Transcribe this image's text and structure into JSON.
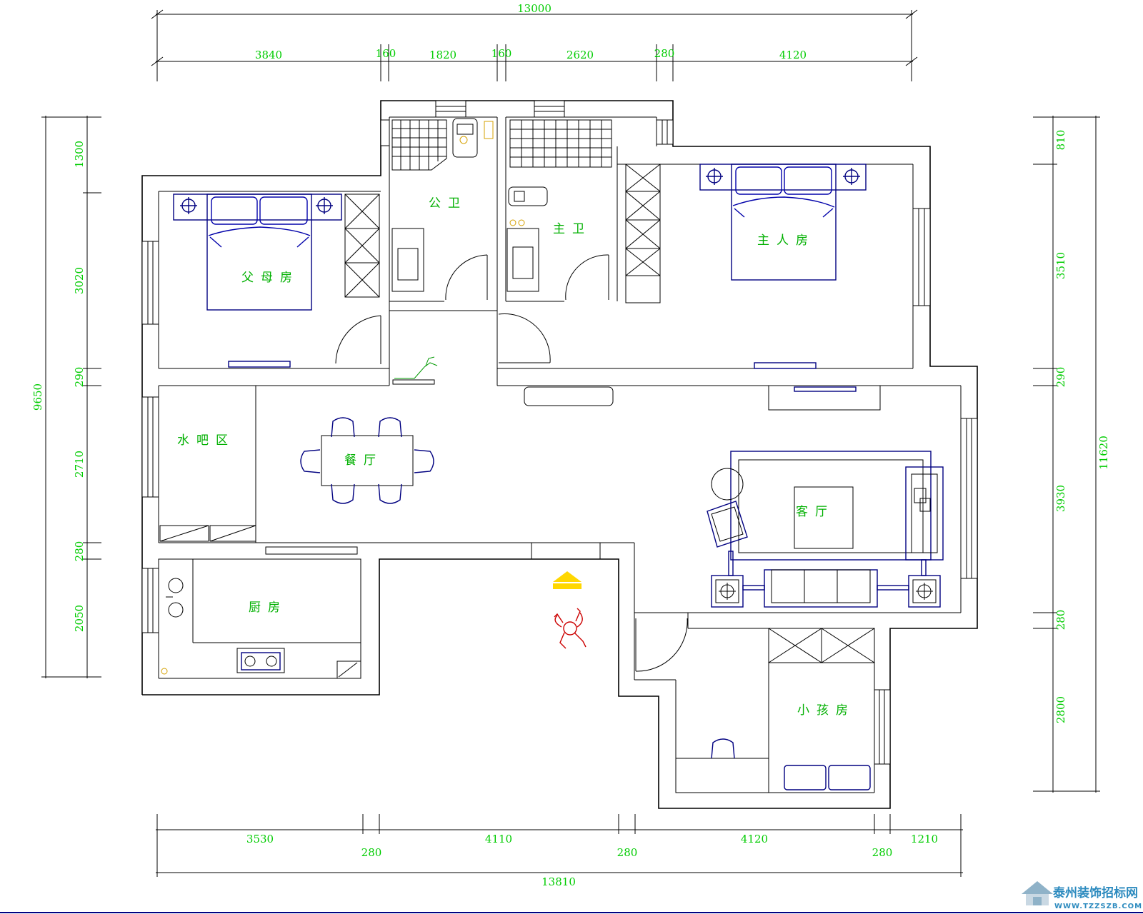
{
  "dimensions": {
    "top_total": "13000",
    "top_segments": [
      "3840",
      "160",
      "1820",
      "160",
      "2620",
      "280",
      "4120"
    ],
    "left_total": "9650",
    "left_segments": [
      "1300",
      "3020",
      "290",
      "2710",
      "280",
      "2050"
    ],
    "right_total": "11620",
    "right_segments": [
      "810",
      "3510",
      "290",
      "3930",
      "280",
      "2800"
    ],
    "bottom_total": "13810",
    "bottom_upper": [
      "3530",
      "4110",
      "4120",
      "1210"
    ],
    "bottom_lower": [
      "280",
      "280",
      "280"
    ]
  },
  "rooms": {
    "parents_room": "父母房",
    "public_bath": "公卫",
    "master_bath": "主卫",
    "master_bedroom": "主人房",
    "water_bar": "水吧区",
    "dining_room": "餐厅",
    "living_room": "客厅",
    "kitchen": "厨房",
    "child_room": "小孩房"
  },
  "watermark": {
    "title": "泰州装饰招标网",
    "url": "WWW.TZZSZB.COM"
  },
  "colors": {
    "dimension": "#00cc00",
    "room_label": "#00b000",
    "wall": "#000000",
    "furniture": "#0000aa",
    "entrance_arrow": "#ffd700",
    "person": "#cc0000"
  },
  "icons": {
    "entrance": "entrance-arrow-icon",
    "person": "person-figure-icon",
    "watermark": "house-logo-icon"
  }
}
